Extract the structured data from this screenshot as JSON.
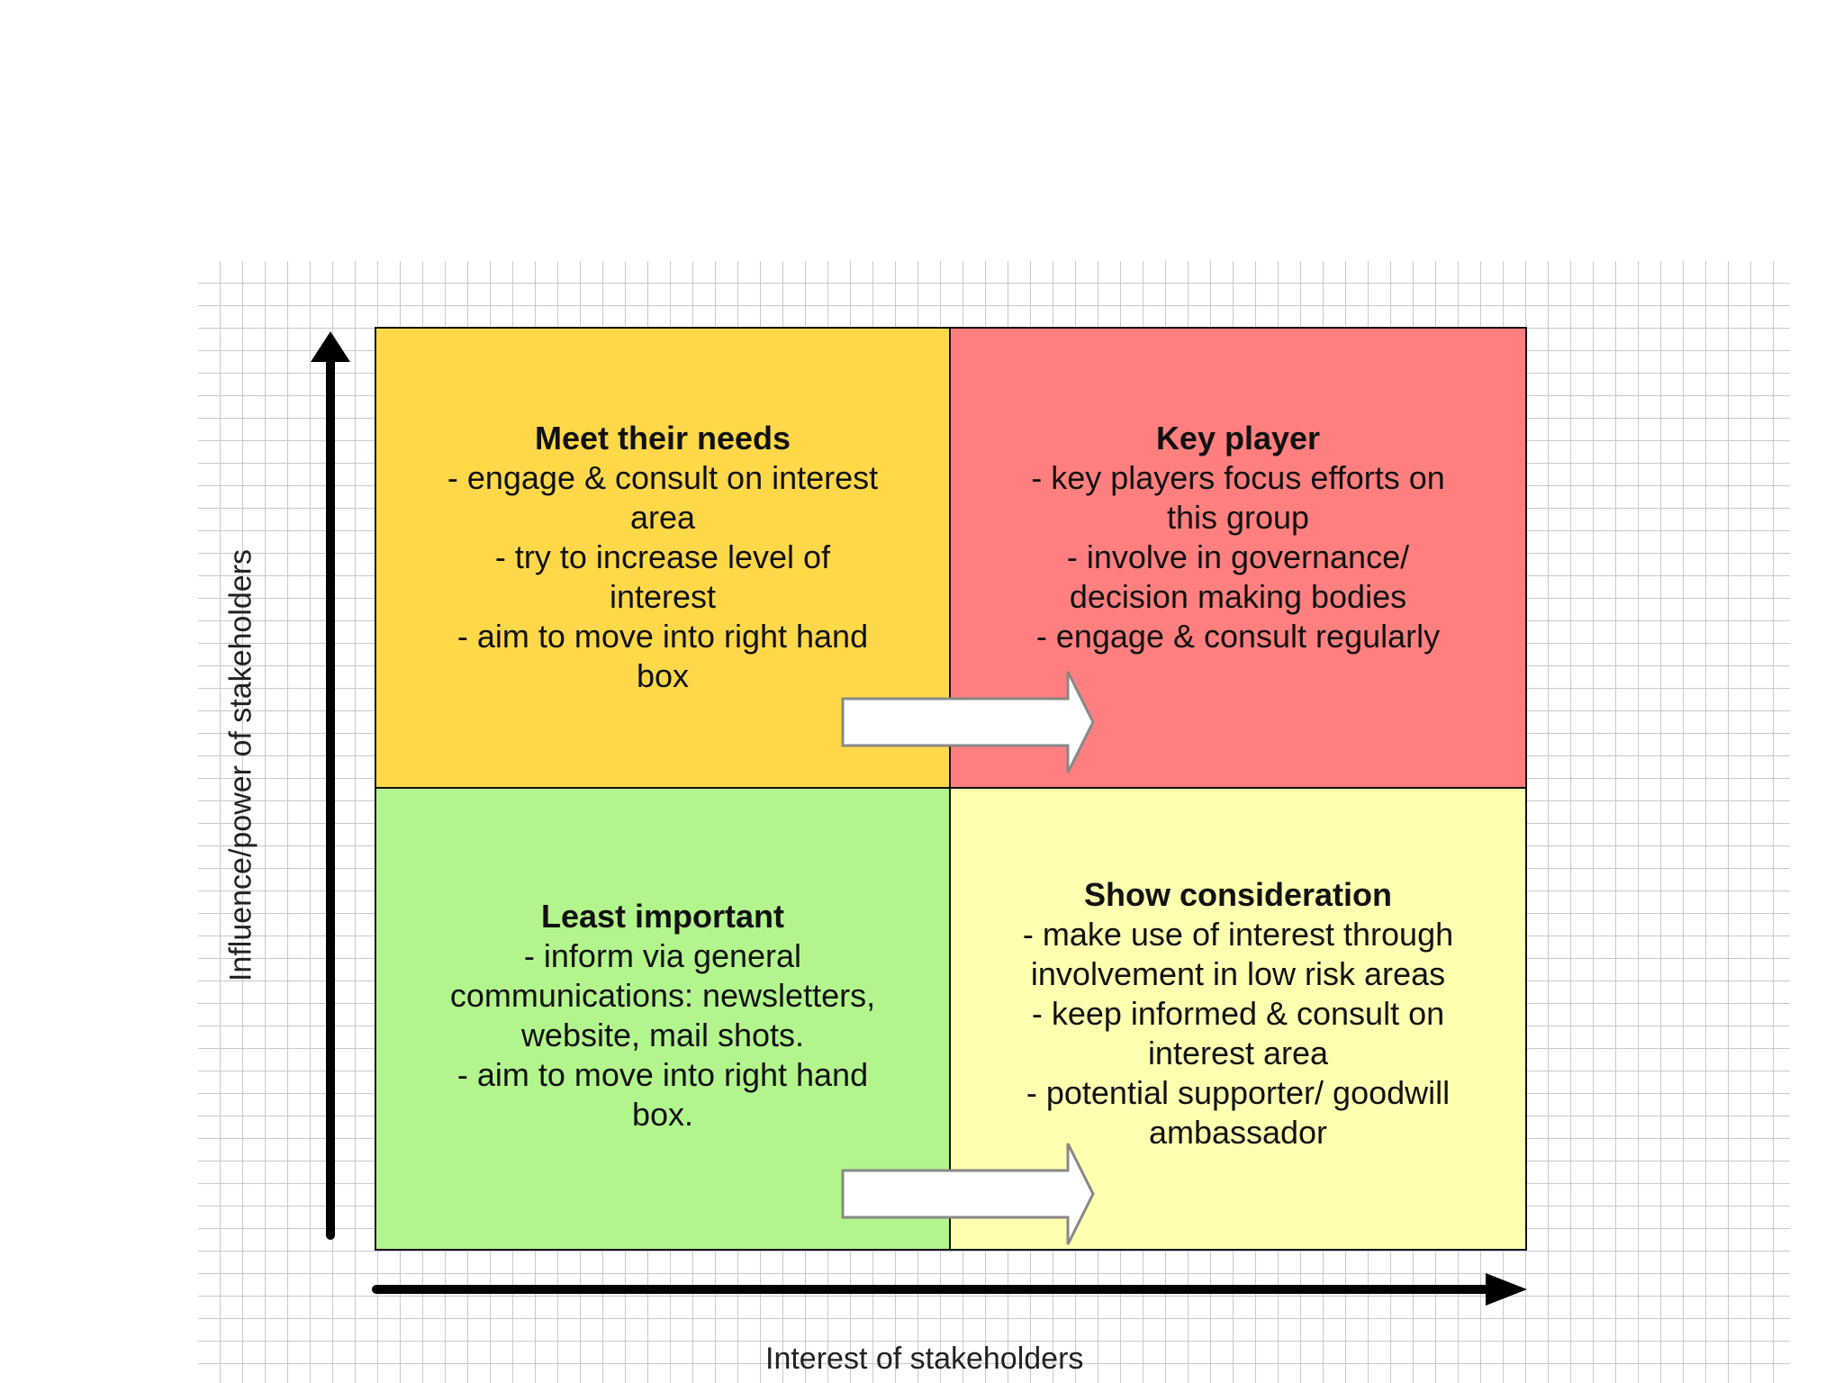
{
  "axes": {
    "x_label": "Interest of stakeholders",
    "y_label": "Influence/power of stakeholders"
  },
  "quadrants": {
    "meet": {
      "title": "Meet their needs",
      "lines": [
        "- engage & consult on interest",
        "area",
        "- try to increase level of",
        "interest",
        "- aim to move into right hand",
        "box"
      ],
      "color": "#ffd84a"
    },
    "key": {
      "title": "Key player",
      "lines": [
        "- key players focus efforts on",
        "this group",
        "- involve in governance/",
        "decision making bodies",
        "- engage & consult regularly"
      ],
      "color": "#ff7f7f"
    },
    "least": {
      "title": "Least important",
      "lines": [
        "- inform via general",
        "communications: newsletters,",
        "website, mail shots.",
        "- aim to move into right hand",
        "box."
      ],
      "color": "#b3f58d"
    },
    "show": {
      "title": "Show consideration",
      "lines": [
        "- make use of interest through",
        "involvement in low risk areas",
        "- keep informed & consult on",
        "interest area",
        "- potential supporter/ goodwill",
        "ambassador"
      ],
      "color": "#ffffb0"
    }
  }
}
